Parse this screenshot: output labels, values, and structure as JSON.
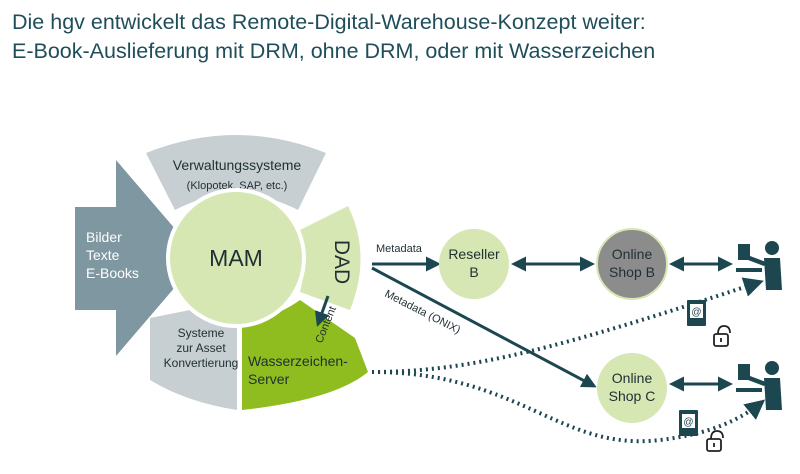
{
  "title": {
    "line1": "Die hgv entwickelt das Remote-Digital-Warehouse-Konzept weiter:",
    "line2": "E-Book-Auslieferung mit DRM, ohne DRM, oder mit Wasserzeichen"
  },
  "input_arrow": {
    "line1": "Bilder",
    "line2": "Texte",
    "line3": "E-Books"
  },
  "verwaltung": {
    "label": "Verwaltungssysteme",
    "sub": "(Klopotek, SAP, etc.)"
  },
  "mam": {
    "label": "MAM"
  },
  "dad": {
    "label": "DAD"
  },
  "asset": {
    "line1": "Systeme",
    "line2": "zur Asset",
    "line3": "Konvertierung"
  },
  "wasserzeichen": {
    "line1": "Wasserzeichen-",
    "line2": "Server"
  },
  "content_label": "Content",
  "metadata_label": "Metadata",
  "metadata_onix_label": "Metadata (ONIX)",
  "reseller": {
    "line1": "Reseller",
    "line2": "B"
  },
  "shop_b": {
    "line1": "Online",
    "line2": "Shop B"
  },
  "shop_c": {
    "line1": "Online",
    "line2": "Shop C"
  },
  "colors": {
    "title": "#1f4e5a",
    "light_green": "#d6e7b3",
    "watermark_green": "#8fbd1f",
    "grey_segment": "#c7cfd2",
    "arrow_grey": "#7e97a0",
    "dark_line": "#1c4650",
    "shop_b_fill": "#8c8c8c"
  }
}
